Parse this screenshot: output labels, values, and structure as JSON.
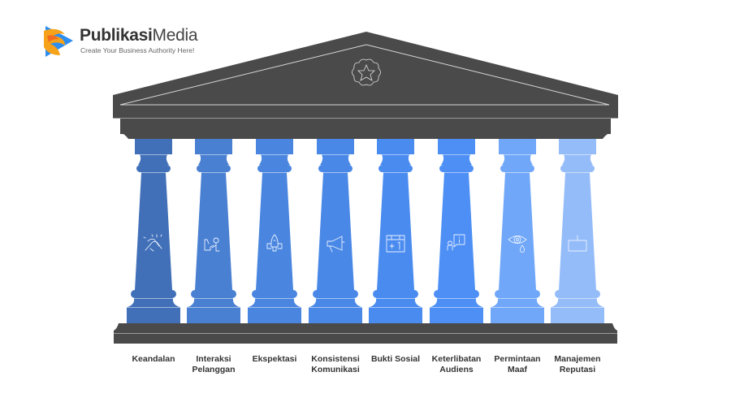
{
  "brand": {
    "name_bold": "Publikasi",
    "name_light": "Media",
    "tagline": "Create Your Business Authority Here!"
  },
  "roof_icon": "star-badge-icon",
  "colors": {
    "roof": "#4a4a4a",
    "roof_line": "#d8d8d8"
  },
  "pillars": [
    {
      "label": "Keandalan",
      "icon": "handshake-icon",
      "color": "#4170b8"
    },
    {
      "label": "Interaksi Pelanggan",
      "icon": "customer-service-icon",
      "color": "#4a80d2"
    },
    {
      "label": "Ekspektasi",
      "icon": "rocket-icon",
      "color": "#4a86df"
    },
    {
      "label": "Konsistensi Komunikasi",
      "icon": "megaphone-icon",
      "color": "#4a88e7"
    },
    {
      "label": "Bukti Sosial",
      "icon": "calendar-plus-one-icon",
      "color": "#4a8bf0"
    },
    {
      "label": "Keterlibatan Audiens",
      "icon": "person-chat-icon",
      "color": "#4d8ff5"
    },
    {
      "label": "Permintaan Maaf",
      "icon": "eye-tear-icon",
      "color": "#70a7f8"
    },
    {
      "label": "Manajemen Reputasi",
      "icon": "signboard-icon",
      "color": "#94bcf9"
    }
  ]
}
